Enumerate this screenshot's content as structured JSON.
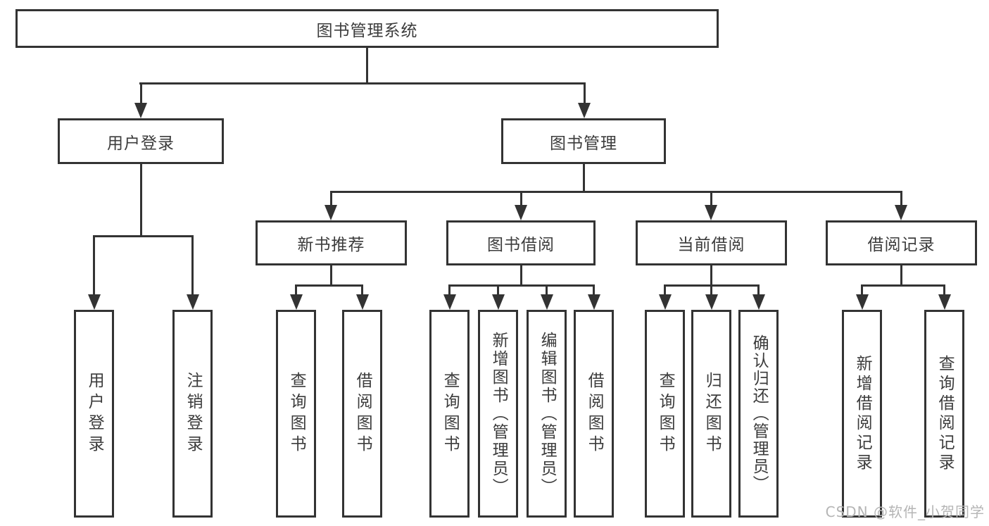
{
  "diagram_type": "hierarchy-tree",
  "title": "图书管理系统",
  "watermark": "CSDN @软件_小贺同学",
  "colors": {
    "background": "#ffffff",
    "line": "#333333",
    "box_border": "#333333",
    "text": "#3c3c3c",
    "watermark": "#b5b5b5"
  },
  "nodes": {
    "root": {
      "label": "图书管理系统"
    },
    "user_login": {
      "label": "用户登录"
    },
    "book_mgmt": {
      "label": "图书管理"
    },
    "new_book_rec": {
      "label": "新书推荐"
    },
    "book_borrow": {
      "label": "图书借阅"
    },
    "current_borrow": {
      "label": "当前借阅"
    },
    "borrow_records": {
      "label": "借阅记录"
    },
    "leaf_user_login": {
      "label": "用户登录"
    },
    "leaf_logout": {
      "label": "注销登录"
    },
    "leaf_nb_query": {
      "label": "查询图书"
    },
    "leaf_nb_borrow": {
      "label": "借阅图书"
    },
    "leaf_bb_query": {
      "label": "查询图书"
    },
    "leaf_bb_add": {
      "label": "新增图书（管理员）"
    },
    "leaf_bb_edit": {
      "label": "编辑图书（管理员）"
    },
    "leaf_bb_borrow": {
      "label": "借阅图书"
    },
    "leaf_cb_query": {
      "label": "查询图书"
    },
    "leaf_cb_return": {
      "label": "归还图书"
    },
    "leaf_cb_confirm": {
      "label": "确认归还（管理员）"
    },
    "leaf_br_add": {
      "label": "新增借阅记录"
    },
    "leaf_br_query": {
      "label": "查询借阅记录"
    }
  },
  "hierarchy": {
    "图书管理系统": {
      "用户登录": [
        "用户登录",
        "注销登录"
      ],
      "图书管理": {
        "新书推荐": [
          "查询图书",
          "借阅图书"
        ],
        "图书借阅": [
          "查询图书",
          "新增图书（管理员）",
          "编辑图书（管理员）",
          "借阅图书"
        ],
        "当前借阅": [
          "查询图书",
          "归还图书",
          "确认归还（管理员）"
        ],
        "借阅记录": [
          "新增借阅记录",
          "查询借阅记录"
        ]
      }
    }
  }
}
